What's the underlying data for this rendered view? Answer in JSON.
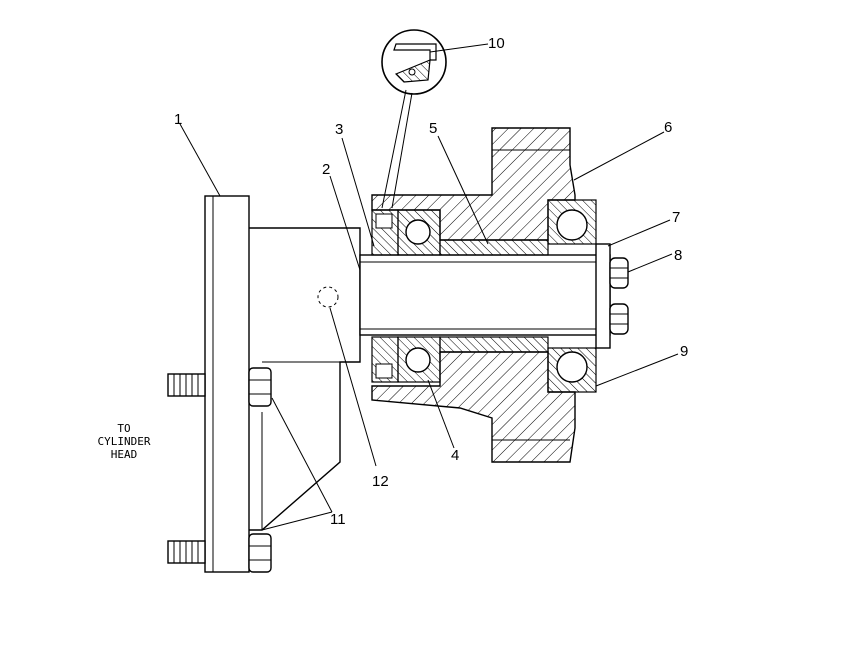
{
  "callouts": {
    "c1": "1",
    "c2": "2",
    "c3": "3",
    "c4": "4",
    "c5": "5",
    "c6": "6",
    "c7": "7",
    "c8": "8",
    "c9": "9",
    "c10": "10",
    "c11": "11",
    "c12": "12"
  },
  "note": {
    "line1": "TO",
    "line2": "CYLINDER",
    "line3": "HEAD"
  }
}
